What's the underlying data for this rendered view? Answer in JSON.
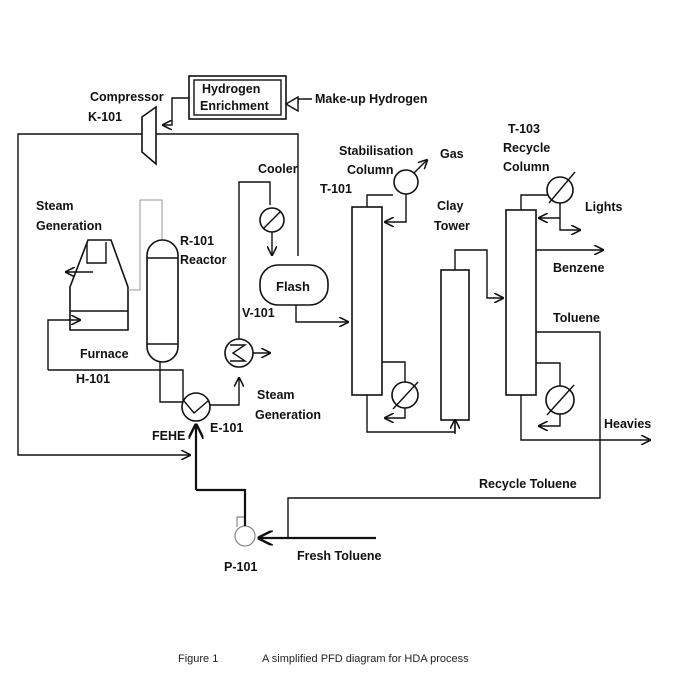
{
  "units": {
    "hydrogen_enrichment": [
      "Hydrogen",
      "Enrichment"
    ],
    "makeup_hydrogen": "Make-up Hydrogen",
    "compressor": [
      "Compressor",
      "K-101"
    ],
    "steam_generation_top": [
      "Steam",
      "Generation"
    ],
    "reactor": [
      "R-101",
      "Reactor"
    ],
    "cooler": "Cooler",
    "flash": "Flash",
    "flash_tag": "V-101",
    "furnace": [
      "Furnace",
      "H-101"
    ],
    "fehe": "FEHE",
    "fehe_tag": "E-101",
    "steam_generation_bottom": [
      "Steam",
      "Generation"
    ],
    "stabilisation_column": [
      "Stabilisation",
      "Column",
      "T-101"
    ],
    "gas": "Gas",
    "clay_tower": [
      "Clay",
      "Tower"
    ],
    "recycle_column": [
      "T-103",
      "Recycle",
      "Column"
    ],
    "lights": "Lights",
    "benzene": "Benzene",
    "toluene": "Toluene",
    "heavies": "Heavies",
    "recycle_toluene": "Recycle Toluene",
    "fresh_toluene": "Fresh Toluene",
    "pump": "P-101"
  },
  "caption": {
    "number": "Figure 1",
    "text": "A simplified PFD diagram for HDA process"
  }
}
